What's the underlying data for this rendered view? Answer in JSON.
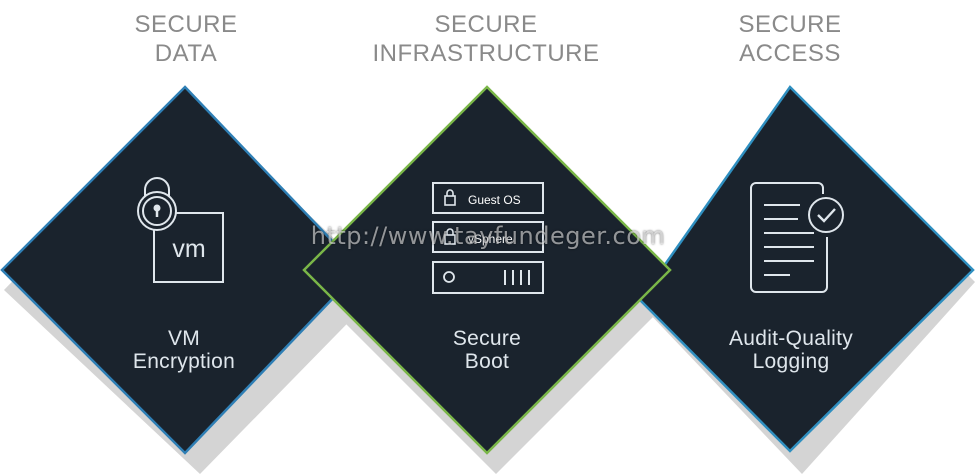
{
  "columns": [
    {
      "title_line1": "SECURE",
      "title_line2": "DATA",
      "caption_line1": "VM",
      "caption_line2": "Encryption",
      "icon": "padlock-vm-icon",
      "icon_text": "vm",
      "border_color": "#2f7fb5"
    },
    {
      "title_line1": "SECURE",
      "title_line2": "INFRASTRUCTURE",
      "caption_line1": "Secure",
      "caption_line2": "Boot",
      "icon": "server-stack-icon",
      "border_color": "#7ab648",
      "stack": {
        "row1": "Guest OS",
        "row2": "vSphere"
      }
    },
    {
      "title_line1": "SECURE",
      "title_line2": "ACCESS",
      "caption_line1": "Audit-Quality",
      "caption_line2": "Logging",
      "icon": "checked-document-icon",
      "border_color": "#2f8fc0"
    }
  ],
  "colors": {
    "diamond_fill": "#1a232d",
    "shadow": "#d4d4d4",
    "title_gray": "#8a8a8a"
  },
  "watermark": "http://www.tayfundeger.com"
}
